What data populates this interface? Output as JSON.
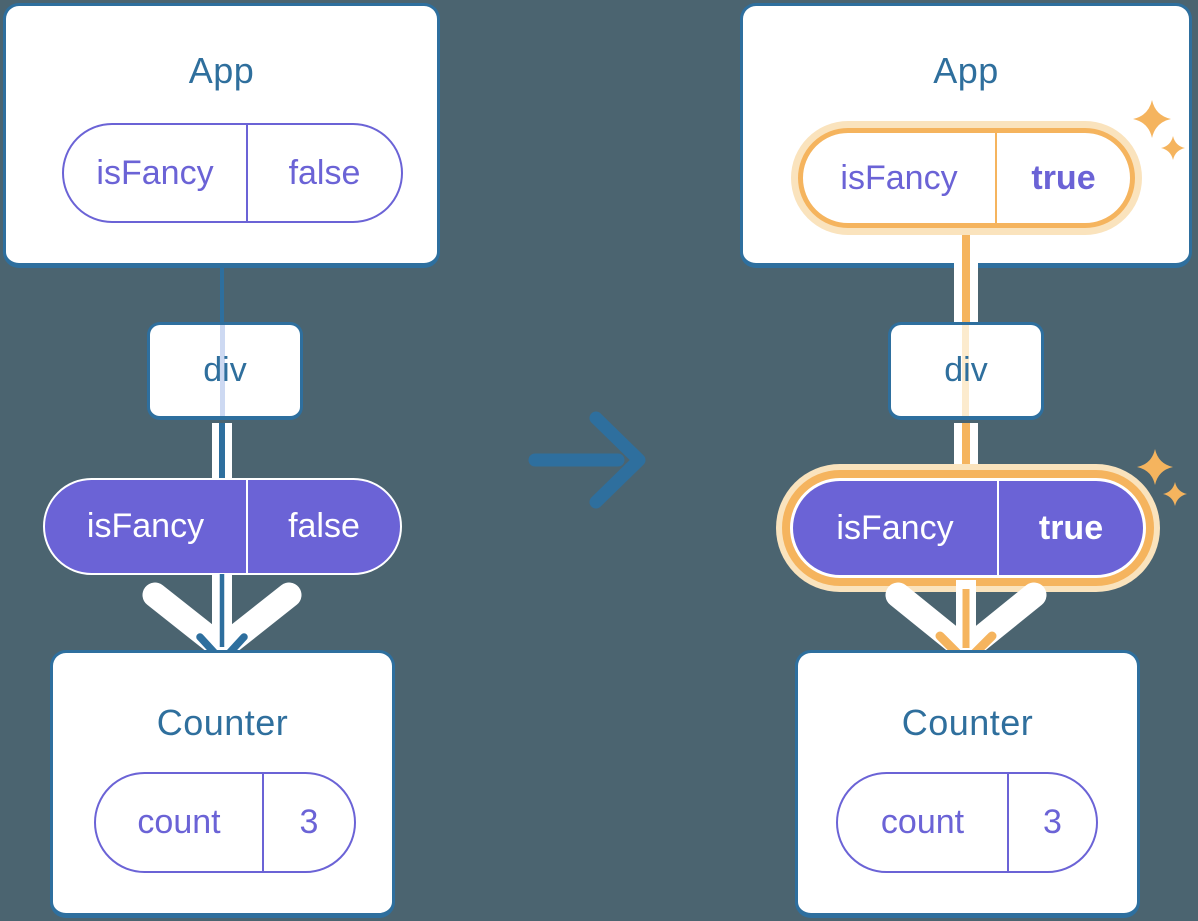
{
  "colors": {
    "background": "#4B6470",
    "card_border_teal": "#2E6F9E",
    "title_text_teal": "#2F6F9D",
    "purple": "#6B63D6",
    "highlight_orange": "#F5B45E",
    "highlight_halo": "#FAE3BD",
    "context_line_lavender": "#CDD9F2",
    "context_line_light_orange": "#FCEBCE",
    "white": "#FFFFFF"
  },
  "icons": {
    "transition_arrow": "→",
    "sparkle": "✦",
    "down_arrow": "↓"
  },
  "left": {
    "app": {
      "title": "App",
      "state_pill": {
        "label": "isFancy",
        "value": "false"
      }
    },
    "tree": {
      "div_label": "div"
    },
    "provider_pill": {
      "label": "isFancy",
      "value": "false"
    },
    "counter": {
      "title": "Counter",
      "state_pill": {
        "label": "count",
        "value": "3"
      }
    }
  },
  "right": {
    "app": {
      "title": "App",
      "state_pill": {
        "label": "isFancy",
        "value": "true"
      }
    },
    "tree": {
      "div_label": "div"
    },
    "provider_pill": {
      "label": "isFancy",
      "value": "true"
    },
    "counter": {
      "title": "Counter",
      "state_pill": {
        "label": "count",
        "value": "3"
      }
    }
  }
}
